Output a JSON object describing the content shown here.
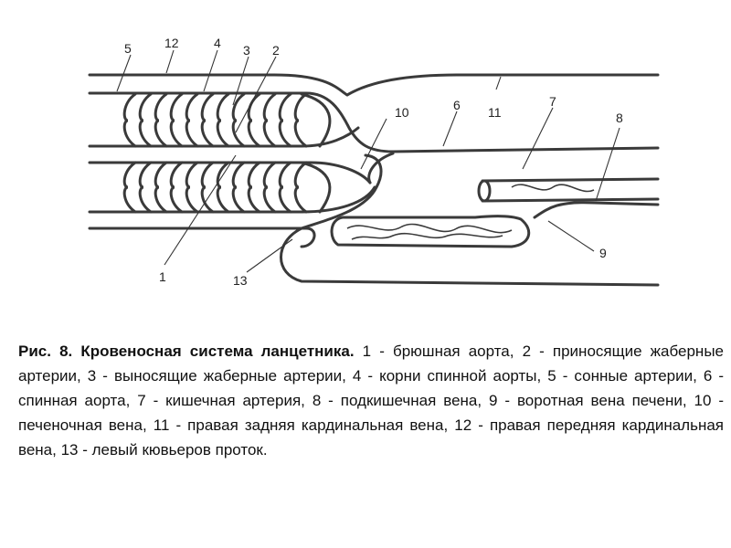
{
  "figure": {
    "labels": [
      {
        "id": "5",
        "text": "5"
      },
      {
        "id": "12",
        "text": "12"
      },
      {
        "id": "4",
        "text": "4"
      },
      {
        "id": "3",
        "text": "3"
      },
      {
        "id": "2",
        "text": "2"
      },
      {
        "id": "10",
        "text": "10"
      },
      {
        "id": "6",
        "text": "6"
      },
      {
        "id": "11",
        "text": "11"
      },
      {
        "id": "7",
        "text": "7"
      },
      {
        "id": "8",
        "text": "8"
      },
      {
        "id": "9",
        "text": "9"
      },
      {
        "id": "1",
        "text": "1"
      },
      {
        "id": "13",
        "text": "13"
      }
    ]
  },
  "caption": {
    "title": "Рис. 8. Кровеносная система ланцетника.",
    "body": " 1 - брюшная аорта, 2 - приносящие жаберные артерии, 3 - выносящие жаберные артерии, 4 - корни спинной аорты, 5 - сонные артерии, 6 - спинная аорта, 7 - кишечная артерия, 8 - подкишечная вена, 9 - воротная вена печени, 10 - печеночная вена, 11 - правая задняя кардинальная вена, 12 - правая передняя кардинальная вена, 13 - левый кювьеров проток."
  }
}
